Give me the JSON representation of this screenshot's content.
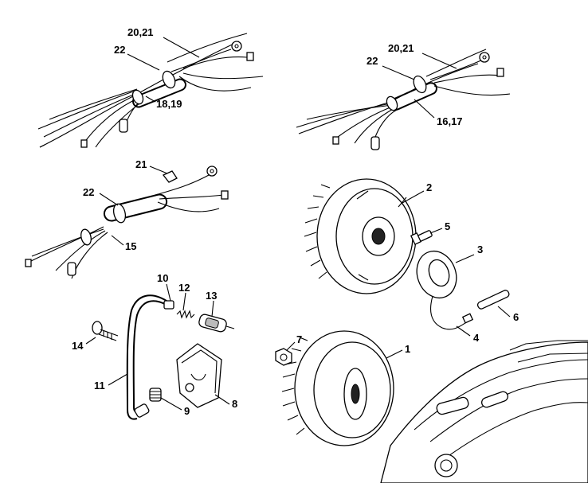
{
  "labels": {
    "l_20_21_a": "20,21",
    "l_22_a": "22",
    "l_18_19": "18,19",
    "l_20_21_b": "20,21",
    "l_22_b": "22",
    "l_16_17": "16,17",
    "l_21": "21",
    "l_22_c": "22",
    "l_15": "15",
    "l_2": "2",
    "l_5": "5",
    "l_3": "3",
    "l_10": "10",
    "l_12": "12",
    "l_13": "13",
    "l_6": "6",
    "l_14": "14",
    "l_4": "4",
    "l_7": "7",
    "l_1": "1",
    "l_11": "11",
    "l_8": "8",
    "l_9": "9"
  }
}
